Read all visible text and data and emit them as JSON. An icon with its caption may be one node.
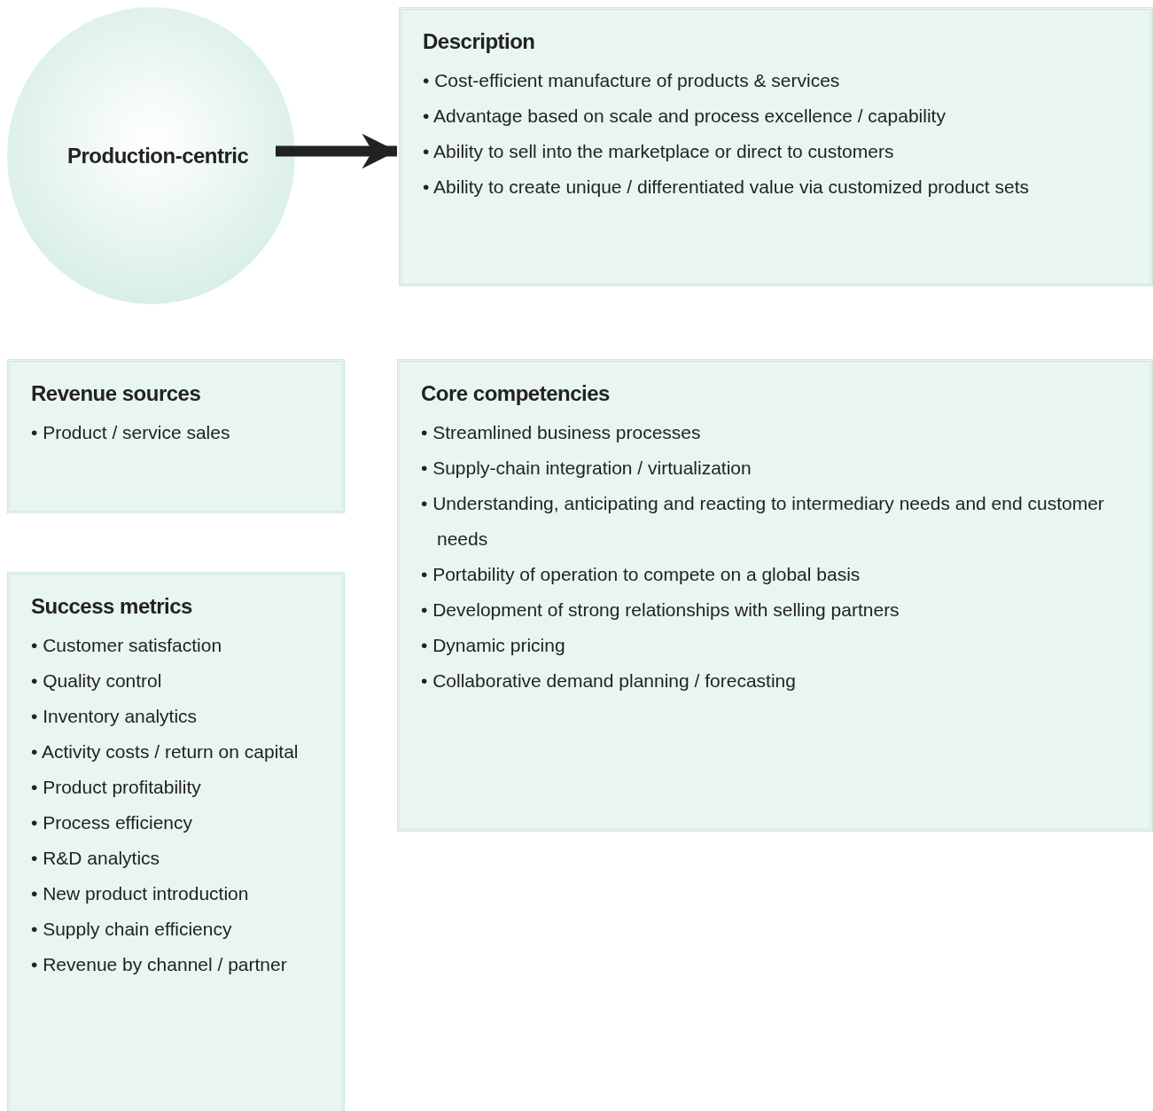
{
  "diagram": {
    "nodes": [
      {
        "text": [
          "Production-centric"
        ]
      },
      {
        "text": [
          "Description",
          "• Cost-efficient manufacture of products & services",
          "• Advantage based on scale and process excellence / capability",
          "• Ability to sell into the marketplace or direct to customers",
          "• Ability to create unique / differentiated value via customized product sets"
        ]
      },
      {
        "text": [
          "Revenue sources",
          "• Product / service sales"
        ]
      },
      {
        "text": [
          "Success metrics",
          "• Customer satisfaction",
          "• Quality control",
          "• Inventory analytics",
          "• Activity costs / return on capital",
          "• Product profitability",
          "• Process efficiency",
          "• R&D analytics",
          "• New product introduction",
          "• Supply chain efficiency",
          "• Revenue by channel / partner"
        ]
      },
      {
        "text": [
          "Core competencies",
          "• Streamlined business processes",
          "• Supply-chain integration / virtualization",
          "• Understanding, anticipating and reacting to intermediary needs and end customer needs",
          "• Portability of operation to compete on a global basis",
          "• Development of strong relationships with selling partners",
          "• Dynamic pricing",
          "• Collaborative demand planning / forecasting"
        ]
      }
    ],
    "edges": [
      {
        "from": 0,
        "to": 1,
        "arrow": "to"
      }
    ]
  }
}
